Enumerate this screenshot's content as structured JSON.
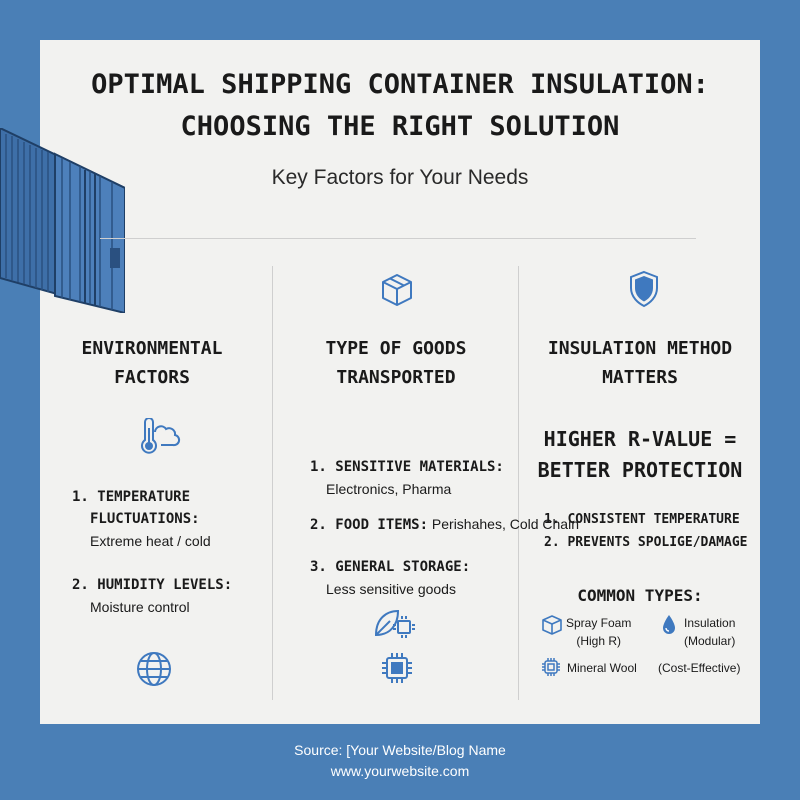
{
  "title": {
    "line1": "OPTIMAL SHIPPING CONTAINER INSULATION:",
    "line2": "CHOOSING THE RIGHT SOLUTION"
  },
  "subtitle": "Key Factors for Your Needs",
  "colors": {
    "background": "#4a7fb6",
    "card": "#f2f2f0",
    "accent": "#3f79bf"
  },
  "columns": [
    {
      "icon": "box-icon",
      "heading": [
        "ENVIRONMENTAL",
        "FACTORS"
      ],
      "sub_icon": "thermometer-cloud-icon",
      "items": [
        {
          "title_lines": [
            "1. TEMPERATURE",
            "FLUCTUATIONS:"
          ],
          "detail": "Extreme heat / cold"
        },
        {
          "title_lines": [
            "2. HUMIDITY LEVELS:"
          ],
          "detail": "Moisture control"
        }
      ],
      "bottom_icon": "globe-icon"
    },
    {
      "heading": [
        "TYPE OF GOODS",
        "TRANSPORTED"
      ],
      "items": [
        {
          "title": "1. SENSITIVE MATERIALS:",
          "detail": "Electronics, Pharma"
        },
        {
          "title": "2. FOOD ITEMS:",
          "detail": "Perishahes, Cold Chain"
        },
        {
          "title": "3. GENERAL STORAGE:",
          "detail": "Less sensitive goods"
        }
      ],
      "bottom_icons": [
        "leaf-chip-icon",
        "chip-icon"
      ]
    },
    {
      "icon": "shield-icon",
      "heading": [
        "INSULATION METHOD",
        "MATTERS"
      ],
      "highlight": [
        "HIGHER R-VALUE =",
        "BETTER PROTECTION"
      ],
      "benefits": [
        "1. CONSISTENT TEMPERATURE",
        "2. PREVENTS SPOLIGE/DAMAGE"
      ],
      "types_title": "COMMON TYPES:",
      "types": [
        {
          "icon": "cube-icon",
          "lines": [
            "Spray Foam",
            "(High R)"
          ]
        },
        {
          "icon": "droplet-icon",
          "lines": [
            "Insulation",
            "(Modular)"
          ]
        },
        {
          "icon": "chip-icon",
          "lines": [
            "Mineral Wool"
          ]
        },
        {
          "lines": [
            "(Cost-Effective)"
          ]
        }
      ]
    }
  ],
  "footer": {
    "source": "Source: [Your Website/Blog Name",
    "url": "www.yourwebsite.com"
  }
}
